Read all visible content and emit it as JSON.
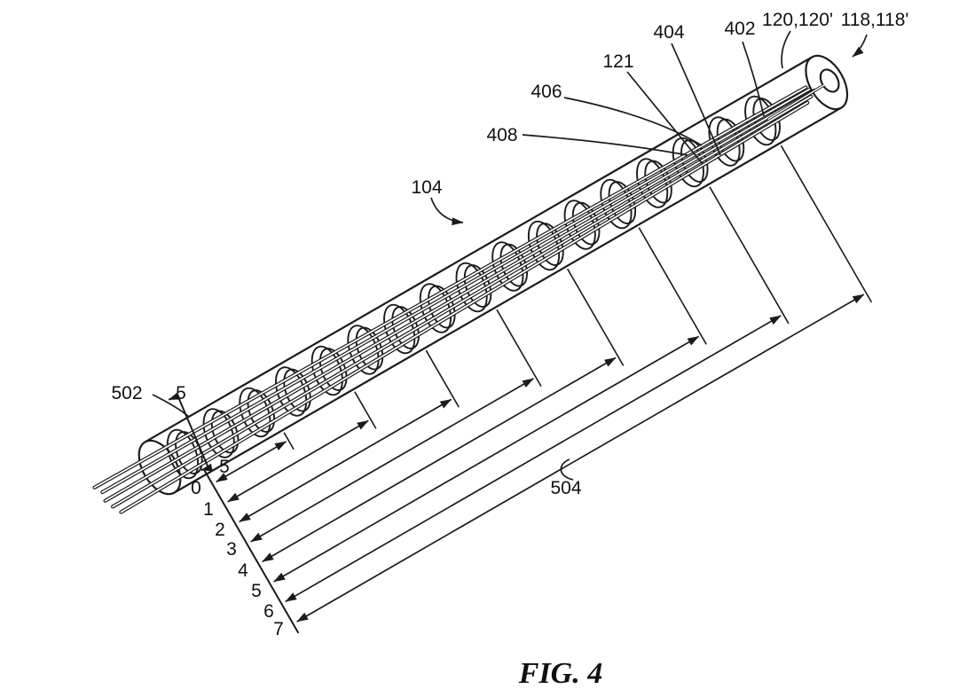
{
  "figure": {
    "caption": "FIG. 4",
    "labels": {
      "l104": "104",
      "l121": "121",
      "l402": "402",
      "l404": "404",
      "l406": "406",
      "l408": "408",
      "l502": "502",
      "l504": "504",
      "l120": "120,120'",
      "l118": "118,118'"
    },
    "section_marker_top": "5",
    "section_marker_bottom": "5",
    "ticks": {
      "t0": "0",
      "t1": "1",
      "t2": "2",
      "t3": "3",
      "t4": "4",
      "t5": "5",
      "t6": "6",
      "t7": "7"
    },
    "colors": {
      "ink": "#1b1b1b",
      "background": "#ffffff"
    }
  }
}
